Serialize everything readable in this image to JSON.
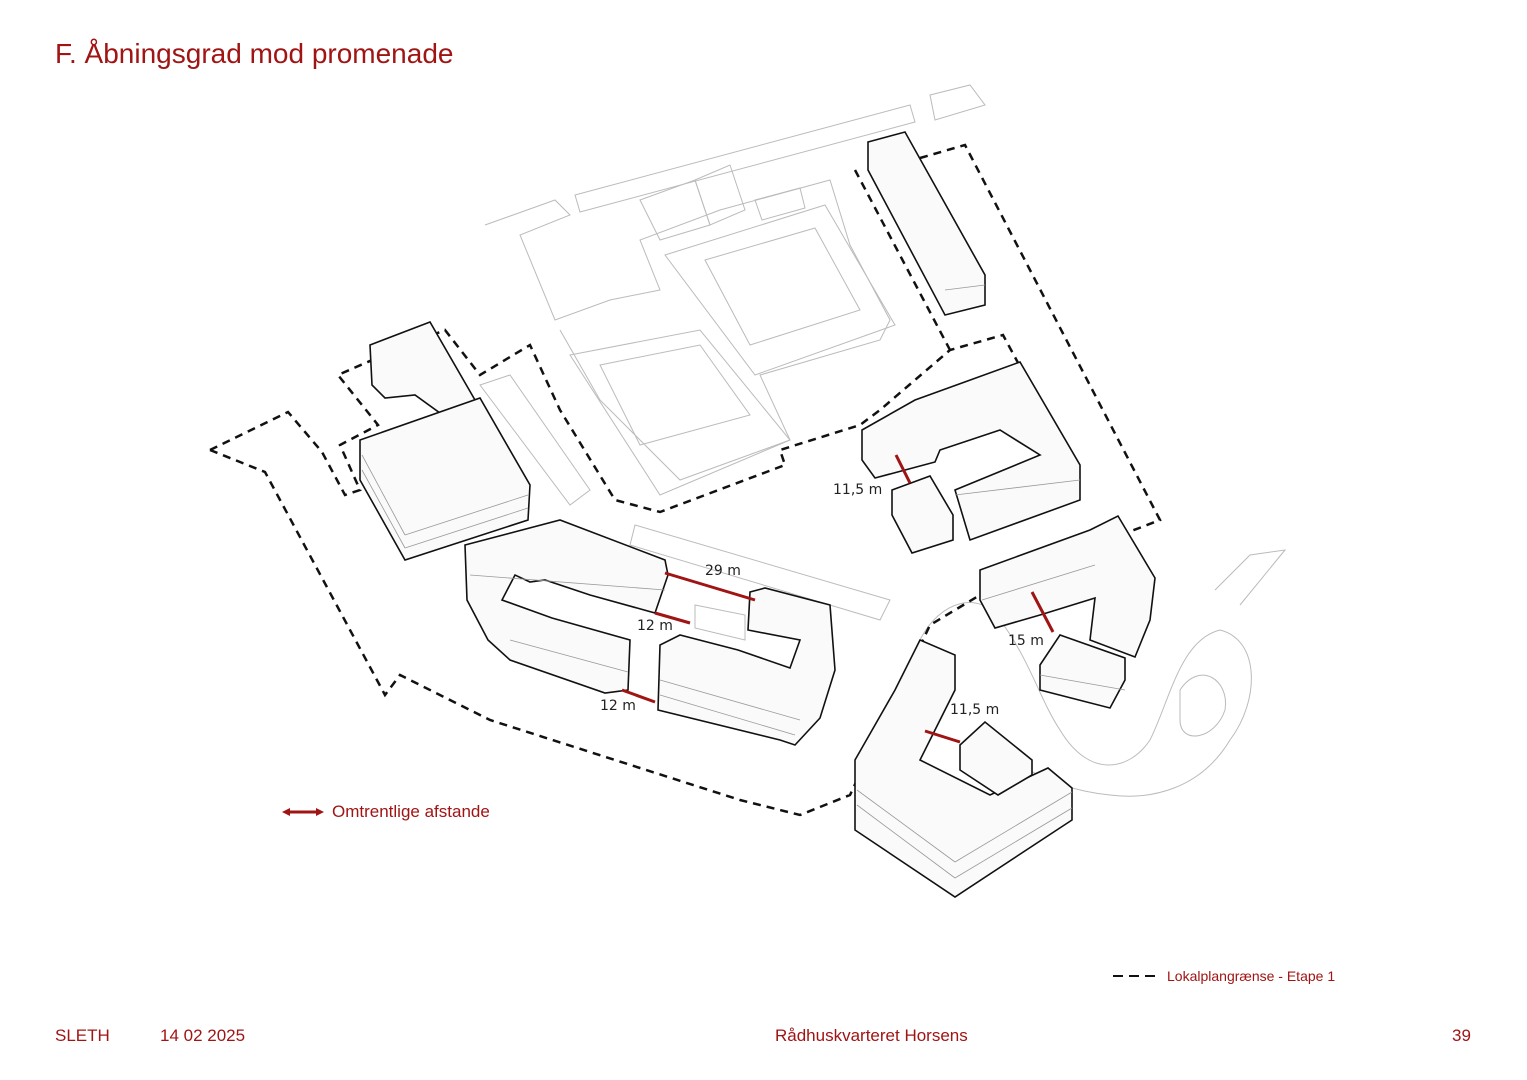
{
  "title": "F. Åbningsgrad mod promenade",
  "legend": {
    "distances": "Omtrentlige afstande",
    "boundary": "Lokalplangrænse - Etape 1"
  },
  "dimensions": [
    "29 m",
    "12 m",
    "12 m",
    "11,5 m",
    "15 m",
    "11,5 m"
  ],
  "footer": {
    "brand": "SLETH",
    "date": "14 02 2025",
    "project": "Rådhuskvarteret Horsens",
    "page": "39"
  },
  "colors": {
    "accent": "#a01414",
    "line": "#111111",
    "context": "#bbbbbb"
  }
}
